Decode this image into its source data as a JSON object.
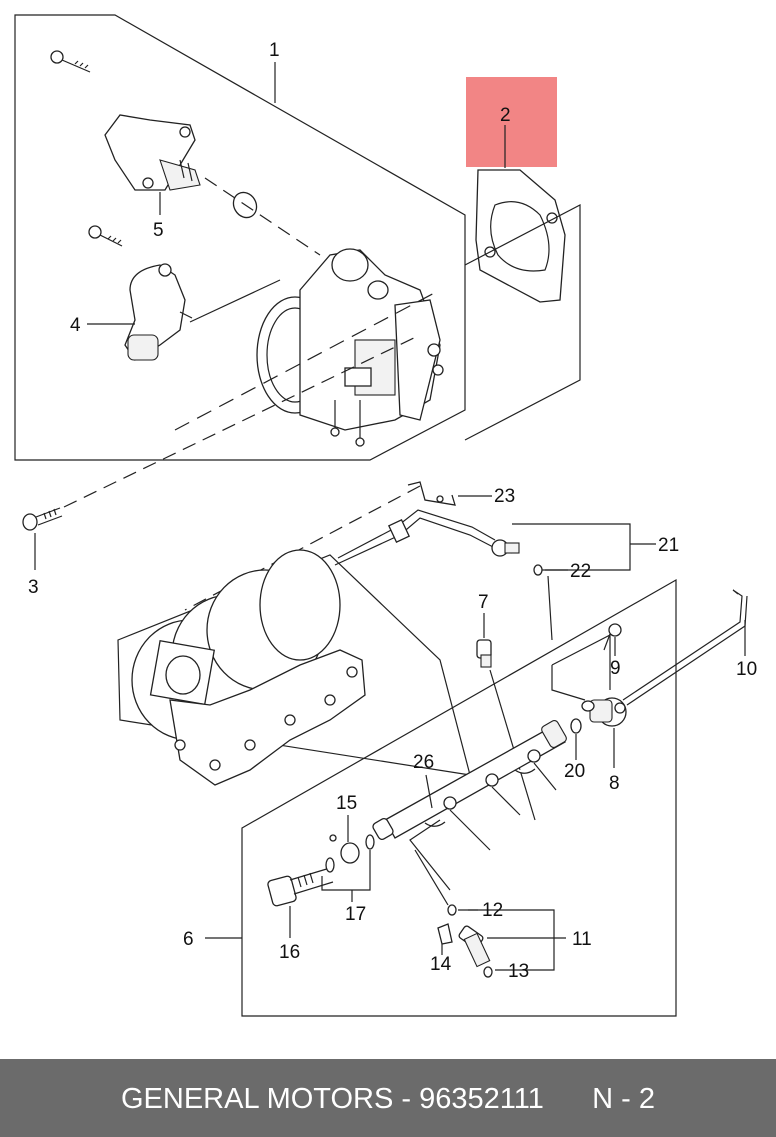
{
  "footer": {
    "brand": "GENERAL MOTORS",
    "separator": " - ",
    "part_number": "96352111",
    "page_ref": "N - 2"
  },
  "highlight_color": "#f28585",
  "highlighted_callout": "2",
  "callouts": {
    "c1": "1",
    "c2": "2",
    "c3": "3",
    "c4": "4",
    "c5": "5",
    "c6": "6",
    "c7": "7",
    "c8": "8",
    "c9": "9",
    "c10": "10",
    "c11": "11",
    "c12": "12",
    "c13": "13",
    "c14": "14",
    "c15": "15",
    "c16": "16",
    "c17": "17",
    "c20": "20",
    "c21": "21",
    "c22": "22",
    "c23": "23",
    "c26": "26"
  }
}
